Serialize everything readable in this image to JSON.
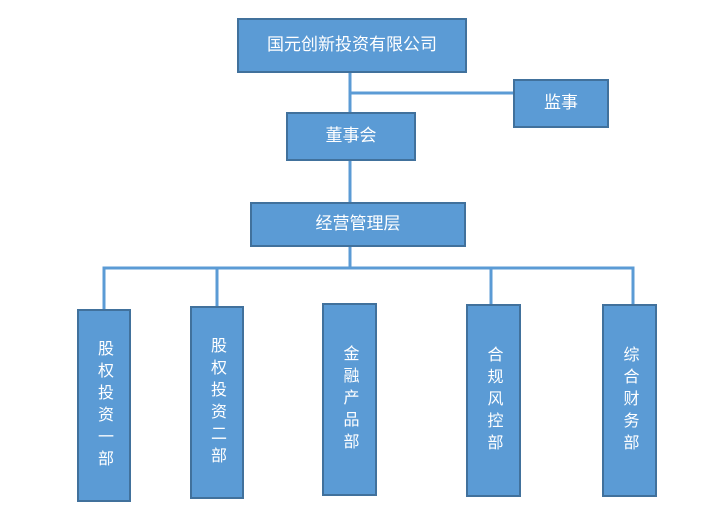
{
  "org": {
    "company": "国元创新投资有限公司",
    "supervisor": "监事",
    "board": "董事会",
    "management": "经营管理层",
    "departments": [
      "股权投资一部",
      "股权投资二部",
      "金融产品部",
      "合规风控部",
      "综合财务部"
    ]
  },
  "colors": {
    "box_fill": "#5b9bd5",
    "box_border": "#41719c",
    "line": "#5b9bd5",
    "text": "#ffffff"
  }
}
